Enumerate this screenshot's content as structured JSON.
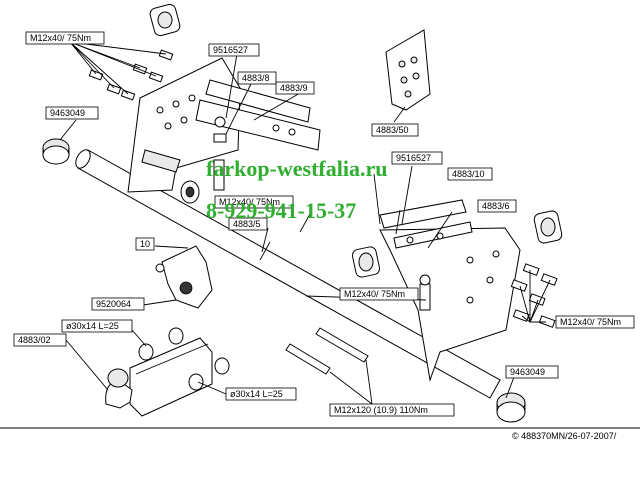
{
  "labels": {
    "bolt_top": "M12x40/ 75Nm",
    "part_9516527_top": "9516527",
    "part_4883_8": "4883/8",
    "part_4883_9": "4883/9",
    "part_4883_50": "4883/50",
    "part_9463049_left": "9463049",
    "part_9516527_mid": "9516527",
    "part_4883_10": "4883/10",
    "bolt_mid": "M12x40/ 75Nm",
    "part_4883_6": "4883/6",
    "part_4883_5": "4883/5",
    "part_10": "10",
    "bolt_right_lower": "M12x40/ 75Nm",
    "bolt_right": "M12x40/ 75Nm",
    "part_9520064": "9520064",
    "part_4883_02": "4883/02",
    "bush_top": "ø30x14 L=25",
    "bush_bottom": "ø30x14 L=25",
    "part_9463049_right": "9463049",
    "bolt_long": "M12x120 (10.9) 110Nm"
  },
  "watermark": {
    "site": "farkop-westfalia.ru",
    "phone": "8-929-941-15-37"
  },
  "footer": {
    "code": "© 488370MN/26-07-2007/"
  }
}
